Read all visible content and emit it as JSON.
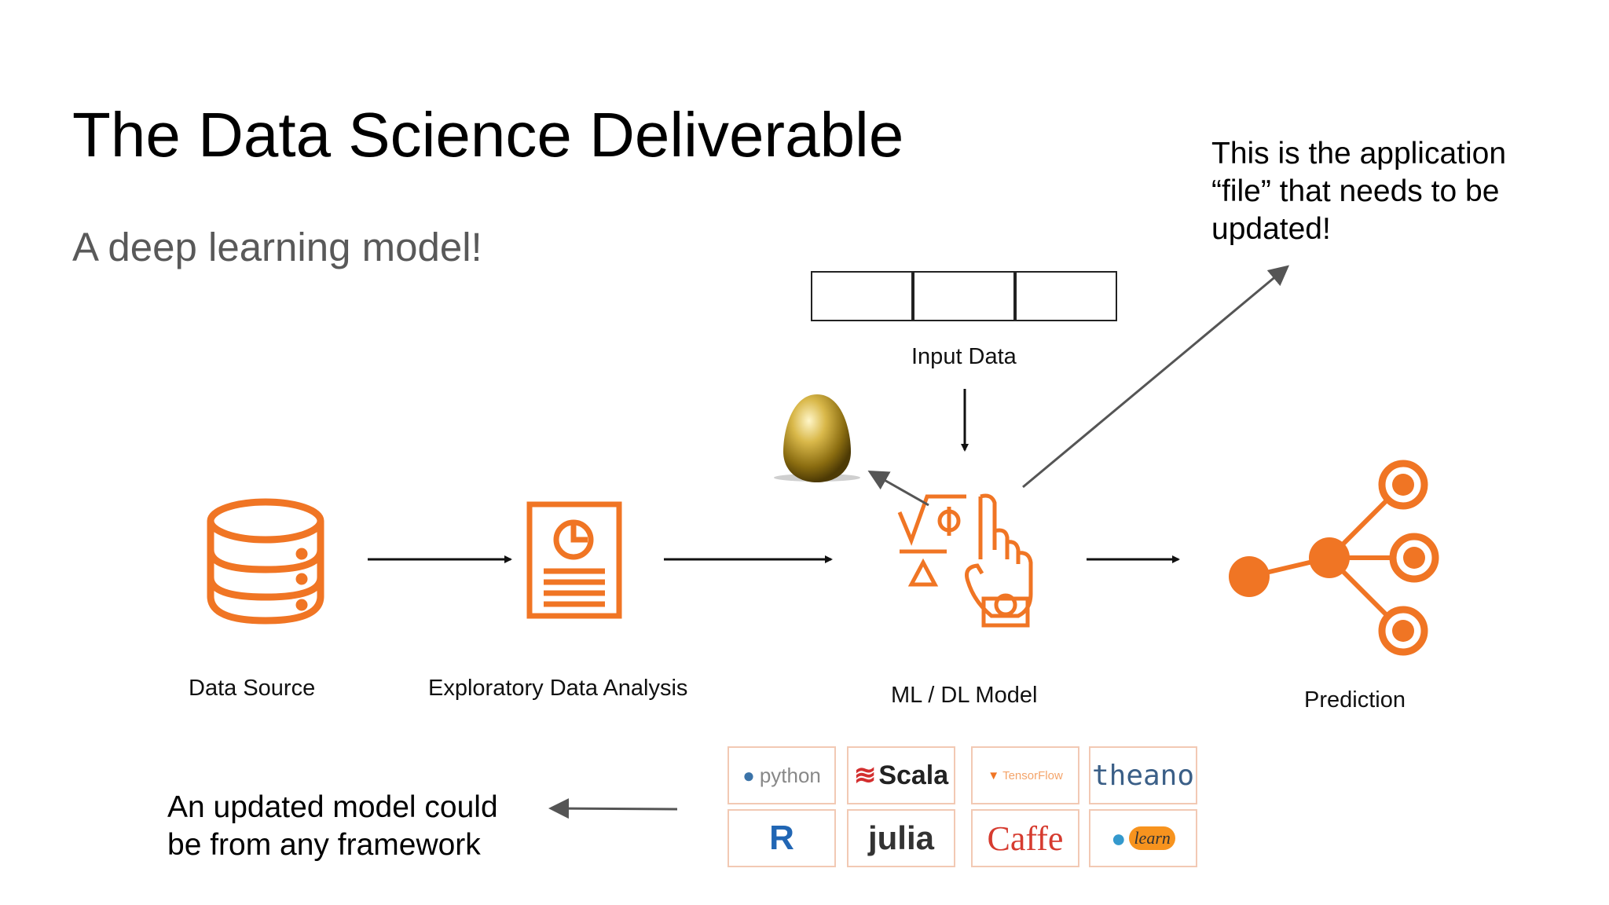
{
  "slide": {
    "title": "The Data Science Deliverable",
    "subtitle": "A deep learning model!",
    "note_top": [
      "This is the application",
      "“file” that needs to be",
      "updated!"
    ],
    "note_bottom": [
      "An updated model could",
      "be from any framework"
    ]
  },
  "diagram": {
    "input_label": "Input Data",
    "stages": [
      {
        "label": "Data Source",
        "icon": "database-icon"
      },
      {
        "label": "Exploratory Data Analysis",
        "icon": "report-icon"
      },
      {
        "label": "ML / DL Model",
        "icon": "model-hand-icon"
      },
      {
        "label": "Prediction",
        "icon": "network-node-icon"
      }
    ],
    "frameworks": [
      "python",
      "Scala",
      "TensorFlow",
      "theano",
      "R",
      "julia",
      "Caffe",
      "learn"
    ]
  },
  "colors": {
    "accent": "#f07524",
    "arrow": "#555555",
    "text": "#000000",
    "subtitle": "#595959"
  }
}
